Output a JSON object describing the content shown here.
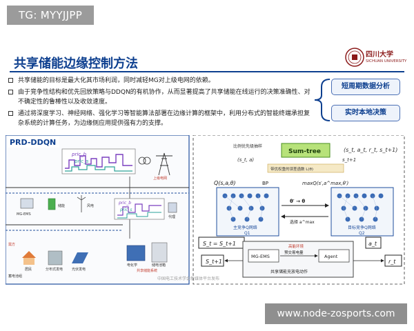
{
  "watermark_tag": "TG: MYYJJPP",
  "slide": {
    "title": "共享储能边缘控制方法",
    "logo_name": "四川大学",
    "logo_sub": "SICHUAN UNIVERSITY"
  },
  "bullets": [
    "共享储能的目标是最大化其市场利润，同时减轻MG对上级电网的依赖。",
    "由于竞争性结构和优先回放策略与DDQN的有机协作，从而显著提高了共享储能在线运行的决策准确性、对不确定性的鲁棒性以及收敛速度。",
    "通过将深度学习、神经网络、强化学习等智能算法部署在边缘计算的框架中，利用分布式的智能终端承担复杂系统的计算任务，为边缘侧应用提供强有力的支撑。"
  ],
  "labels": {
    "short_term": "短周期数据分析",
    "realtime": "实时本地决策"
  },
  "diagram": {
    "prd_label": "PRD-DDQN",
    "price_b": "pric_b",
    "price_s": "pric_s",
    "upper_grid": "上级电网",
    "mg_ems_left": "MG-EMS",
    "storage": "储能",
    "wind": "风电",
    "agent_small": "代理",
    "residential": "居民",
    "user": "需方",
    "dist_gen": "分布式发电",
    "pv": "光伏发电",
    "battery": "蓄电池组",
    "shared_storage_sys": "共享储能系统",
    "chem_storage": "电化学",
    "cabinet": "储电池箱",
    "sampling": "比例优先级抽样",
    "sum_tree": "Sum-tree",
    "tuple_top": "(s_t, a_t, r_t, s_t+1)",
    "sa": "(s_t, a)",
    "st1": "s_t+1",
    "loss": "带优权重的误差函数 L(θ)",
    "q_left": "Q(s,a,θ)",
    "bp": "BP",
    "q_right": "maxQ(s′,a^max,θ′)",
    "main_net": "主竞争Q网络",
    "q1": "Q1",
    "target_net": "目标竞争Q网络",
    "q2": "Q2",
    "theta": "θ′ → θ",
    "select": "选择 a^max",
    "state_eq": "S_t = S_t+1",
    "st1_box": "S_t+1",
    "at_box": "a_t",
    "rt_box": "r_t",
    "env": "高能环境",
    "mg_ems": "MG-EMS",
    "forecast": "预交易电量",
    "agent": "Agent",
    "action": "共享储能充放电动作"
  },
  "footer_watermark": "中国电工技术学会新媒体平台发布",
  "site_watermark": "www.node-zosports.com"
}
